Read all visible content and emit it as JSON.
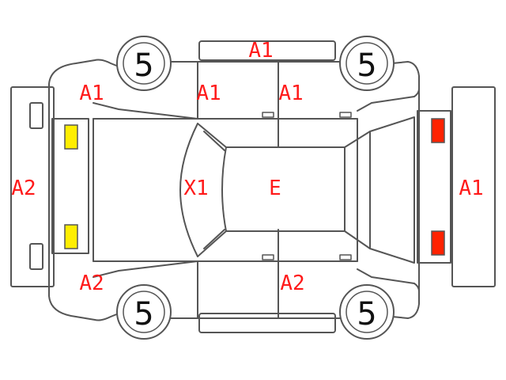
{
  "colors": {
    "outline": "#555555",
    "damage_code": "#ff1a1a",
    "front_lamp": "#ffee00",
    "rear_lamp": "#ff2200"
  },
  "tires": {
    "front_left": "5",
    "rear_left": "5",
    "front_right": "5",
    "rear_right": "5"
  },
  "codes": {
    "roof_top": "A1",
    "front_left_fender": "A1",
    "left_front_door": "A1",
    "left_rear_door": "A1",
    "front_bumper": "A2",
    "hood": "X1",
    "roof": "E",
    "rear_bumper": "A1",
    "front_right_fender": "A2",
    "right_rear_door": "A2"
  }
}
